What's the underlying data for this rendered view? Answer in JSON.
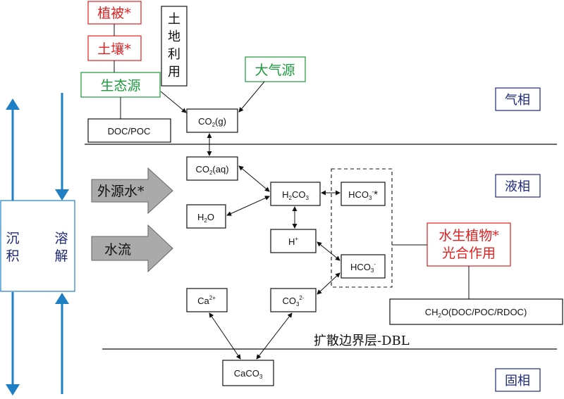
{
  "colors": {
    "red": "#e02020",
    "green": "#1a9a3c",
    "navy": "#1e2a78",
    "blue": "#1f7fc4",
    "gray": "#aaaaaa",
    "ink": "#111111"
  },
  "sources": {
    "vegetation": "植被*",
    "soil": "土壤*",
    "ecological": "生态源",
    "land_use": [
      "土",
      "地",
      "利",
      "用"
    ],
    "atmospheric": "大气源",
    "doc_poc": "DOC/POC"
  },
  "phases": {
    "gas": "气相",
    "liquid": "液相",
    "solid": "固相"
  },
  "inputs": {
    "exogenous_water": "外源水*",
    "water_flow": "水流"
  },
  "processes": {
    "precipitation": [
      "沉",
      "积"
    ],
    "dissolution": [
      "溶",
      "解"
    ]
  },
  "species": {
    "co2_g": {
      "pre": "CO",
      "sub": "2",
      "post": "(g)"
    },
    "co2_aq": {
      "pre": "CO",
      "sub": "2",
      "post": "(aq)"
    },
    "h2o": {
      "pre": "H",
      "sub": "2",
      "post": "O"
    },
    "h2co3": {
      "pre": "H",
      "sub": "2",
      "mid": "CO",
      "sub2": "3"
    },
    "hco3_star": {
      "pre": "HCO",
      "sub": "3",
      "sup": "-",
      "post": "*"
    },
    "h_plus": {
      "pre": "H",
      "sup": "+"
    },
    "hco3": {
      "pre": "HCO",
      "sub": "3",
      "sup": "-"
    },
    "ca2": {
      "pre": "Ca",
      "sup": "2+"
    },
    "co3": {
      "pre": "CO",
      "sub": "3",
      "sup": "2-"
    },
    "caco3": {
      "pre": "CaCO",
      "sub": "3"
    },
    "ch2o": {
      "pre": "CH",
      "sub": "2",
      "post": "O(DOC/POC/RDOC)"
    }
  },
  "photosynthesis": [
    "水生植物*",
    "光合作用"
  ],
  "dbl_label": "扩散边界层-DBL"
}
